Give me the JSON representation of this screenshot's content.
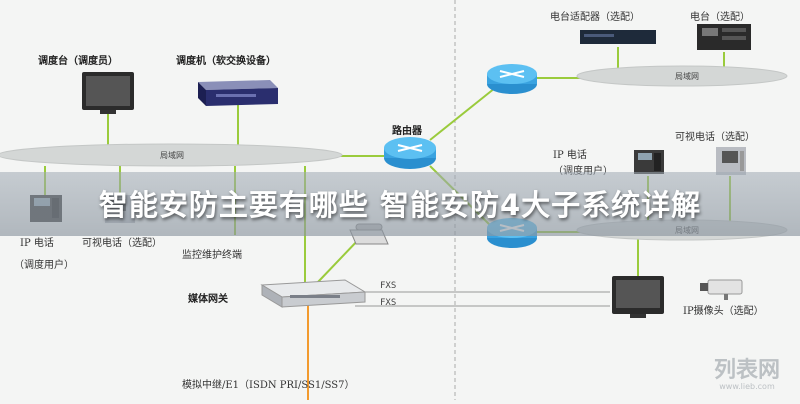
{
  "banner": {
    "title": "智能安防主要有哪些 智能安防4大子系统详解"
  },
  "watermark": {
    "text": "列表网",
    "url": "www.lieb.com"
  },
  "lan_label": "局域网",
  "labels": {
    "dispatch_console": "调度台（调度员）",
    "dispatch_server": "调度机（软交换设备）",
    "router": "路由器",
    "radio_adapter": "电台适配器（选配）",
    "radio": "电台（选配）",
    "ip_phone_right": "IP 电话",
    "dispatch_user_right": "（调度用户）",
    "video_phone_right": "可视电话（选配）",
    "ip_phone_left": "IP 电话",
    "video_phone_left": "可视电话（选配）",
    "dispatch_user_left": "（调度用户）",
    "monitor_terminal": "监控维护终端",
    "media_gateway": "媒体网关",
    "fxs_1": "FXS",
    "fxs_2": "FXS",
    "ip_camera": "IP摄像头（选配）",
    "trunk": "模拟中继/E1（ISDN PRI/SS1/SS7）"
  }
}
